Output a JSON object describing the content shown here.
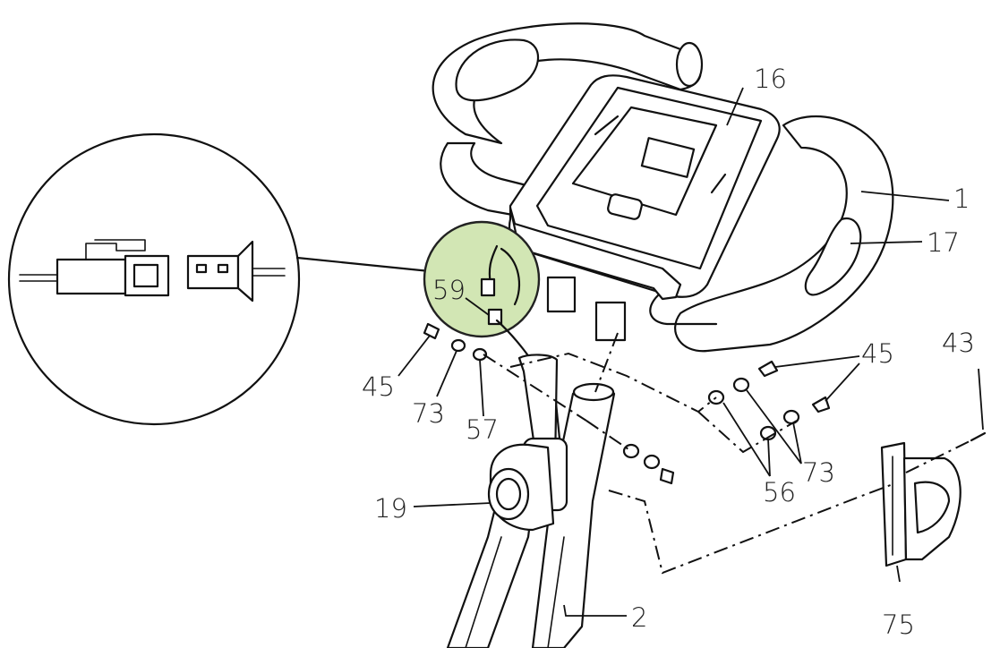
{
  "callouts": {
    "c1": "1",
    "c2": "2",
    "c16": "16",
    "c17": "17",
    "c19": "19",
    "c43": "43",
    "c45a": "45",
    "c45b": "45",
    "c56": "56",
    "c57": "57",
    "c59": "59",
    "c73a": "73",
    "c73b": "73",
    "c75": "75"
  },
  "colors": {
    "line": "#111111",
    "highlight": "#d2e6b4",
    "highlight_stroke": "#222222",
    "background": "#ffffff"
  }
}
